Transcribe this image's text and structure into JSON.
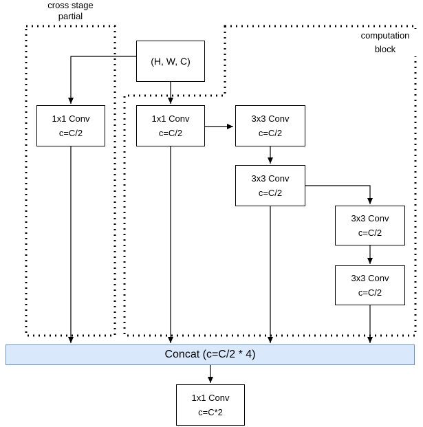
{
  "groups": {
    "cross_stage_partial": {
      "line1": "cross stage",
      "line2": "partial"
    },
    "computation_block": {
      "line1": "computation",
      "line2": "block"
    }
  },
  "input": {
    "label": "(H, W, C)"
  },
  "nodes": {
    "csp_conv": {
      "line1": "1x1 Conv",
      "line2": "c=C/2"
    },
    "block_conv1x1": {
      "line1": "1x1 Conv",
      "line2": "c=C/2"
    },
    "conv3x3_a": {
      "line1": "3x3 Conv",
      "line2": "c=C/2"
    },
    "conv3x3_b": {
      "line1": "3x3 Conv",
      "line2": "c=C/2"
    },
    "conv3x3_c": {
      "line1": "3x3 Conv",
      "line2": "c=C/2"
    },
    "conv3x3_d": {
      "line1": "3x3 Conv",
      "line2": "c=C/2"
    },
    "output_conv": {
      "line1": "1x1 Conv",
      "line2": "c=C*2"
    }
  },
  "concat": {
    "label": "Concat (c=C/2 * 4)"
  },
  "colors": {
    "concat_fill": "#dae8fc",
    "concat_border": "#6c8ebf",
    "line": "#000000"
  }
}
